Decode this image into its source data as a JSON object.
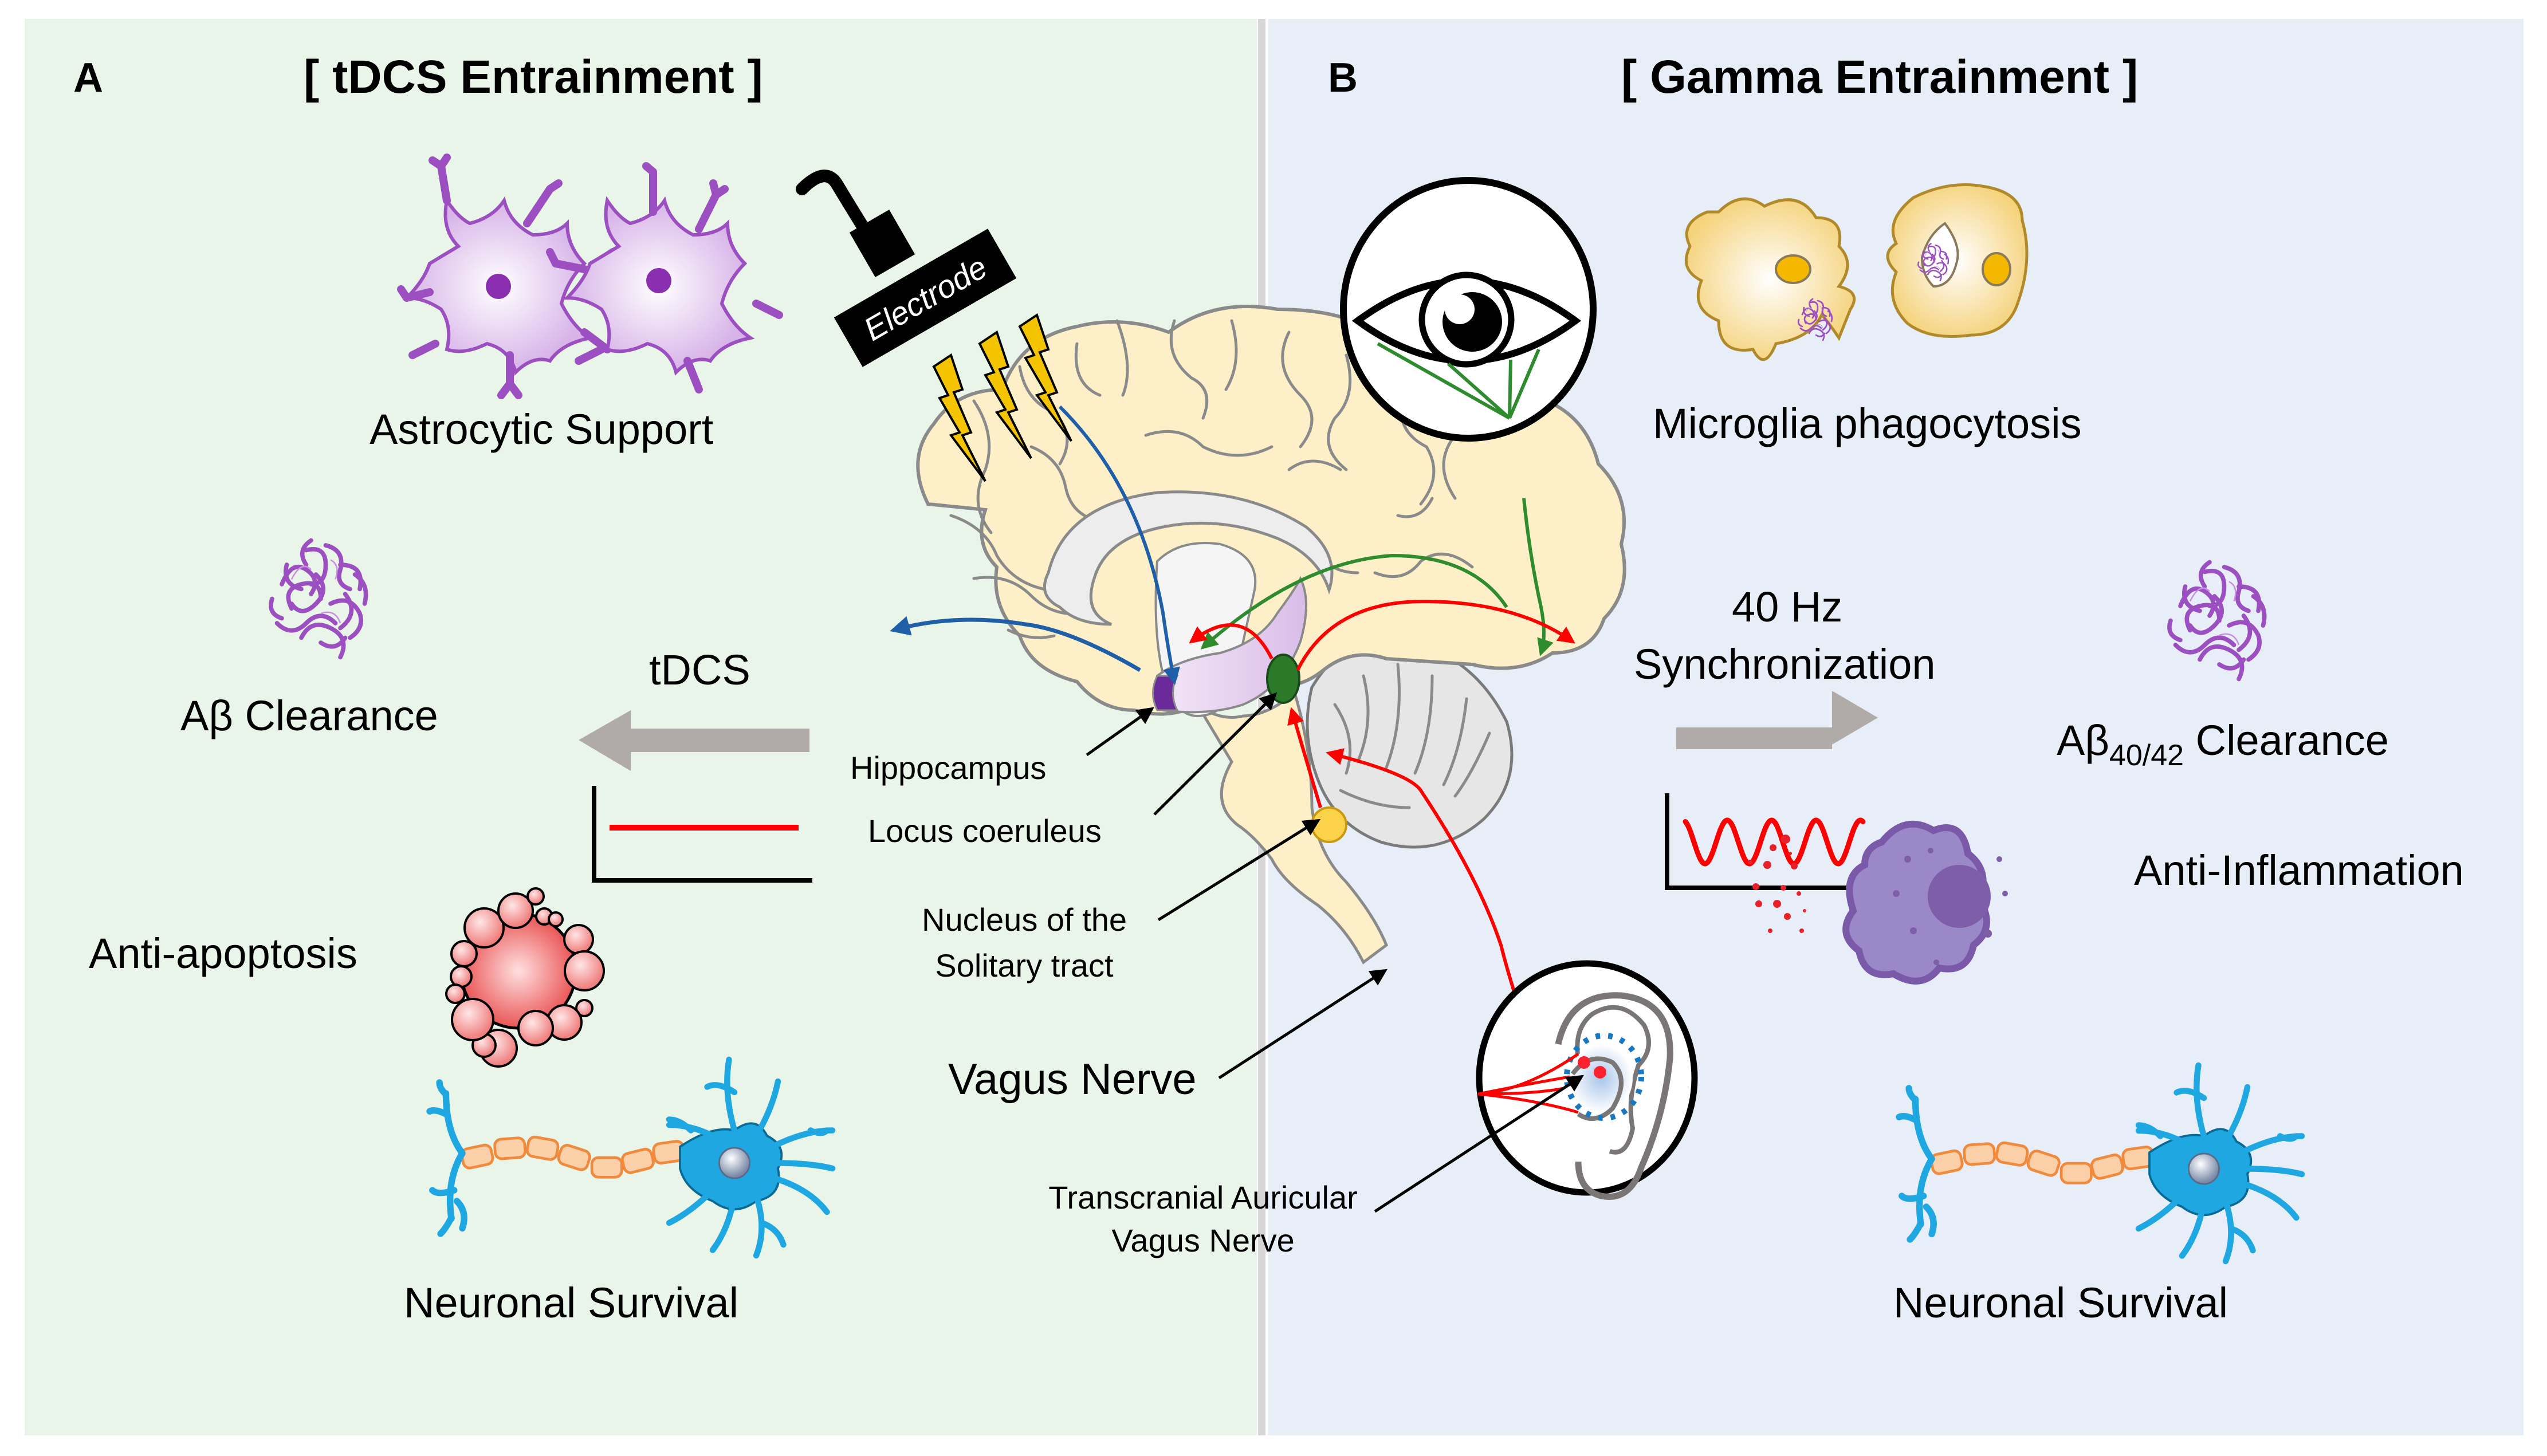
{
  "panels": {
    "a": {
      "letter": "A",
      "title": "[ tDCS Entrainment ]",
      "background": "#eaf5ea",
      "stimulus_label": "tDCS",
      "waveform": "constant",
      "effects": [
        {
          "label": "Astrocytic Support",
          "icon": "astrocyte-icon"
        },
        {
          "label_prefix": "Aβ",
          "label_sub": "",
          "label_suffix": " Clearance",
          "icon": "amyloid-beta-plaque-icon"
        },
        {
          "label": "Anti-apoptosis",
          "icon": "apoptotic-cell-icon"
        },
        {
          "label": "Neuronal Survival",
          "icon": "neuron-icon"
        }
      ],
      "device_label": "Electrode"
    },
    "b": {
      "letter": "B",
      "title": "[ Gamma Entrainment ]",
      "background": "#e8eef8",
      "stimulus_label_line1": "40 Hz",
      "stimulus_label_line2": "Synchronization",
      "waveform": "sine",
      "waveform_cycles": 4,
      "effects": [
        {
          "label": "Microglia phagocytosis",
          "icon": "microglia-icon"
        },
        {
          "label_prefix": "Aβ",
          "label_sub": "40/42",
          "label_suffix": " Clearance",
          "icon": "amyloid-beta-plaque-icon"
        },
        {
          "label": "Anti-Inflammation",
          "icon": "macrophage-icon"
        },
        {
          "label": "Neuronal Survival",
          "icon": "neuron-icon"
        }
      ]
    }
  },
  "brain": {
    "labels": {
      "hippocampus": "Hippocampus",
      "locus_coeruleus": "Locus coeruleus",
      "nts_line1": "Nucleus of the",
      "nts_line2": "Solitary tract",
      "vagus": "Vagus Nerve",
      "tavn_line1": "Transcranial Auricular",
      "tavn_line2": "Vagus Nerve"
    },
    "pathway_colors": {
      "tdcs": "#1f5fa8",
      "visual": "#2e8b2e",
      "vagal": "#ff0000"
    }
  },
  "colors": {
    "arrow_gray": "#b0aba8",
    "brain_fill": "#fdf0c8",
    "astrocyte": "#9b4fc0",
    "neuron": "#1ea7e1",
    "myelin": "#f7a866",
    "microglia": "#f7dc86",
    "macrophage": "#9a88c8",
    "apoptosis": "#f06a6a"
  }
}
